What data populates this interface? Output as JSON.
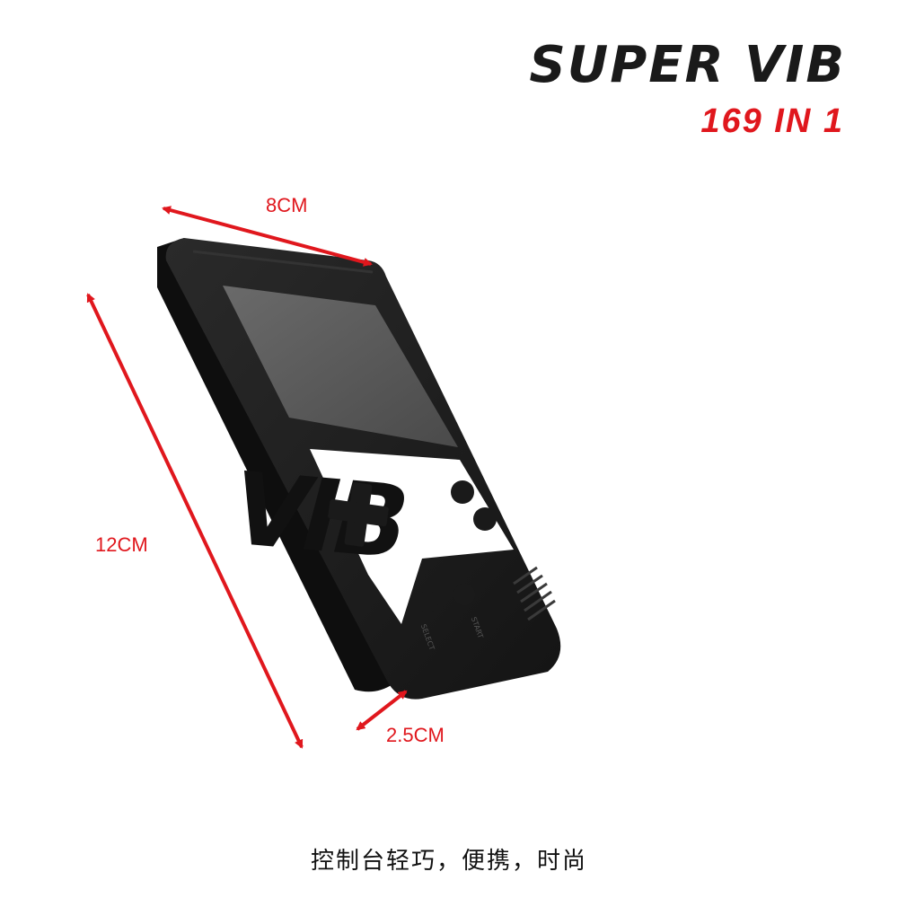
{
  "brand": {
    "title": "SUPER VIB",
    "subtitle": "169 IN 1"
  },
  "dimensions": {
    "width_label": "8CM",
    "height_label": "12CM",
    "depth_label": "2.5CM"
  },
  "device": {
    "logo_text": "VIB",
    "button_labels": [
      "SELECT",
      "START"
    ]
  },
  "caption": "控制台轻巧，便携，时尚",
  "colors": {
    "accent": "#e0171d",
    "device_body": "#1b1b1b",
    "screen": "#5a5a5a",
    "text_dark": "#1a1a1a"
  }
}
